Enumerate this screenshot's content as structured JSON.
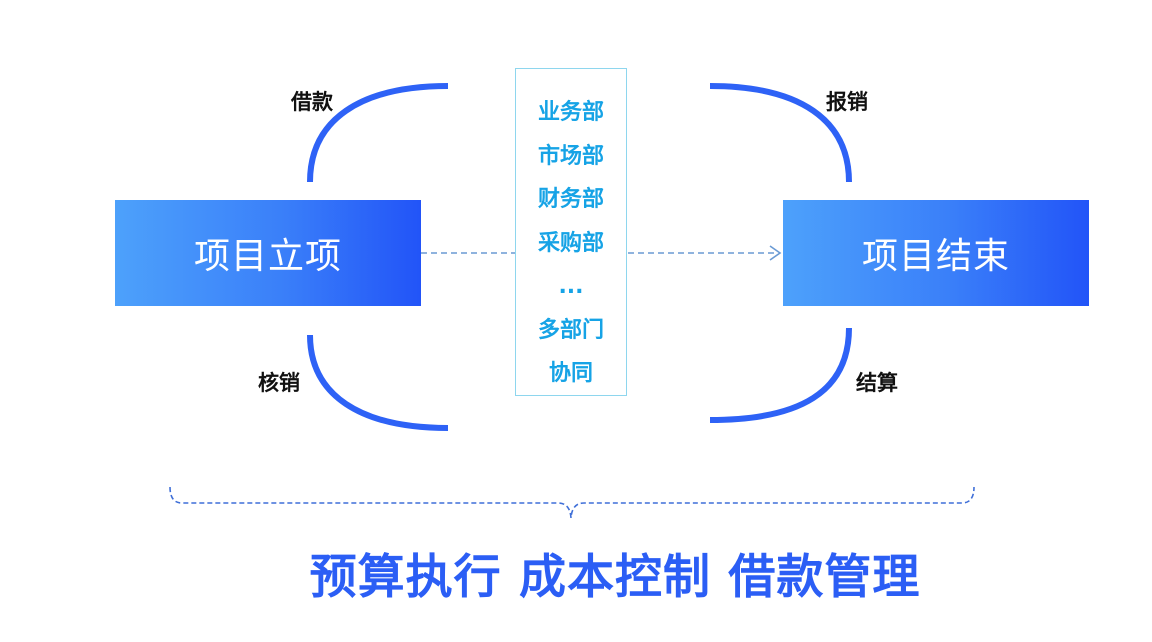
{
  "start_box": {
    "label": "项目立项"
  },
  "end_box": {
    "label": "项目结束"
  },
  "arc_labels": {
    "loan": "借款",
    "verify": "核销",
    "reimburse": "报销",
    "settle": "结算"
  },
  "departments": [
    "业务部",
    "市场部",
    "财务部",
    "采购部",
    "...",
    "多部门",
    "协同"
  ],
  "footer": {
    "title": "预算执行 成本控制 借款管理"
  },
  "colors": {
    "arc": "#2e62f6",
    "box_gradient_start": "#4da1fb",
    "box_gradient_end": "#2254f8",
    "dept_text": "#16a3e6",
    "dept_border": "#8ed6ee",
    "connector": "#6a9ad4",
    "brace": "#3f6fd8",
    "footer": "#2b5ef5"
  }
}
